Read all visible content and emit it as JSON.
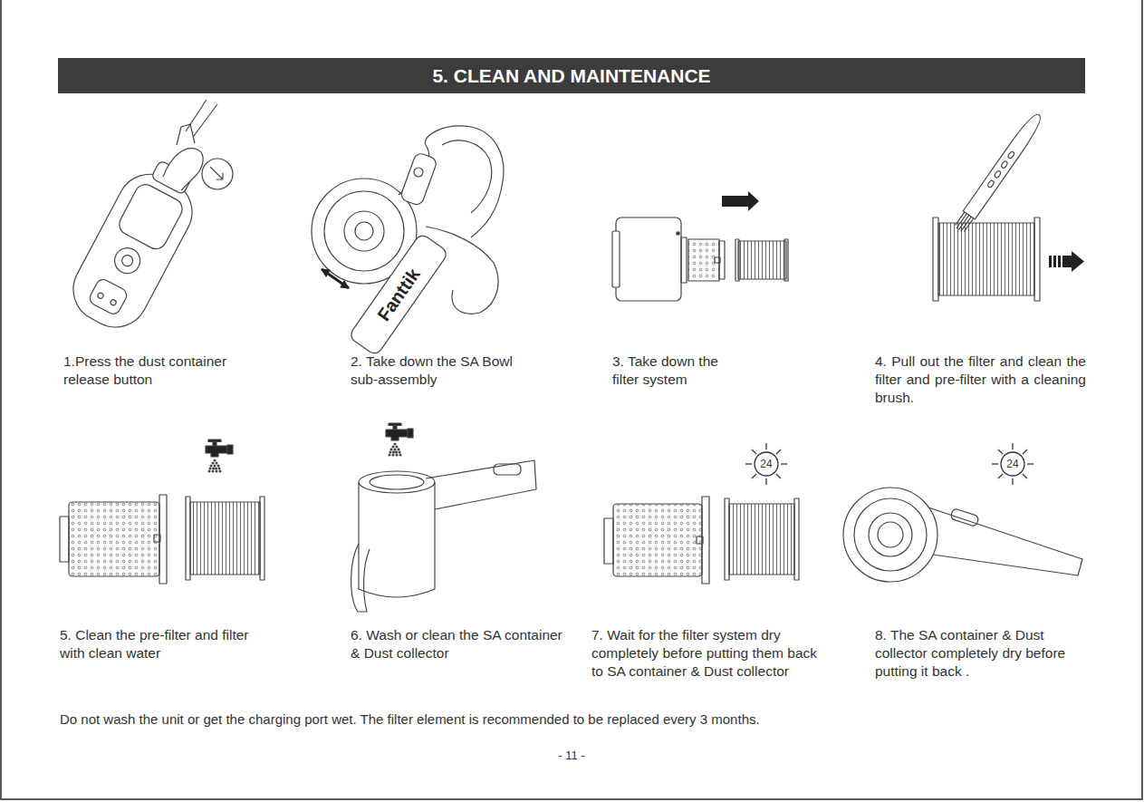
{
  "diagram": {
    "title": "5. CLEAN AND MAINTENANCE",
    "labels": [
      "Fanttik",
      "1.Press the dust container release button",
      "2. Take down the SA Bowl sub-assembly",
      "3. Take down the filter system",
      "4. Pull out the filter and clean the filter and pre-filter with a cleaning brush.",
      "24",
      "24",
      "5. Clean the pre-filter and filter with clean water",
      "6. Wash or clean the SA container & Dust collector",
      "7. Wait for the filter system dry completely before putting them back to SA container & Dust collector",
      "8. The SA container & Dust collector completely dry before putting it back .",
      "Do not wash the unit or get the charging port wet. The filter element is recommended to be replaced every 3 months.",
      "- 11 -"
    ]
  }
}
